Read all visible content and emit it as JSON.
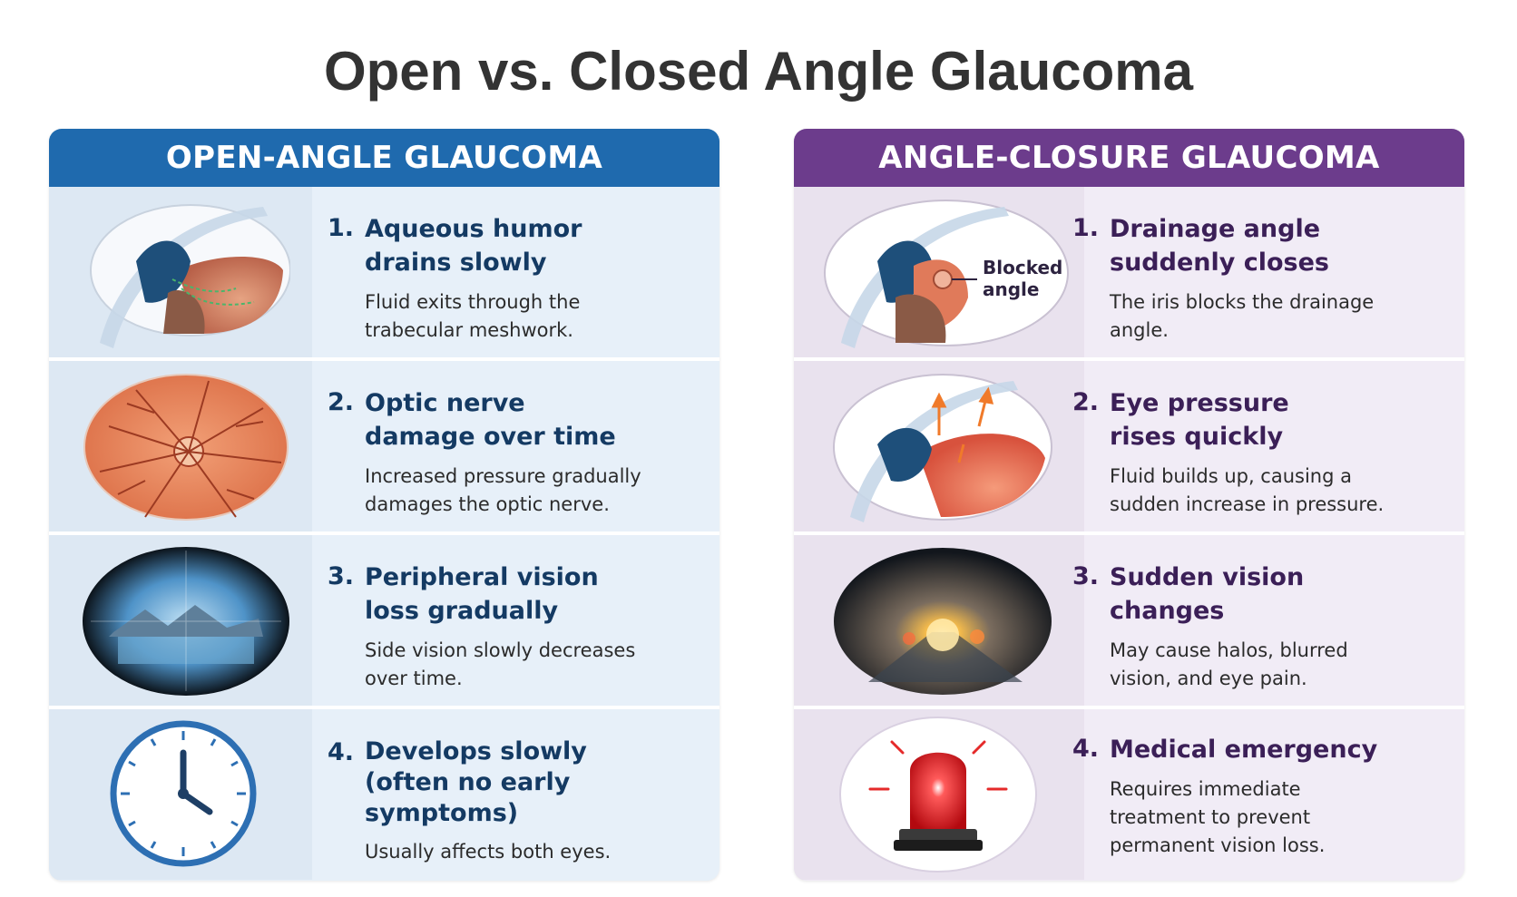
{
  "title": "Open vs. Closed Angle Glaucoma",
  "colors": {
    "open_header": "#1f6aae",
    "closed_header": "#6c3c8c",
    "open_text": "#143a63",
    "closed_text": "#3b1f57"
  },
  "open_angle": {
    "header": "OPEN-ANGLE GLAUCOMA",
    "items": [
      {
        "number": "1.",
        "heading": "Aqueous humor\ndrains slowly",
        "description": "Fluid exits through the\ntrabecular meshwork.",
        "icon": "eye-cross-section-icon"
      },
      {
        "number": "2.",
        "heading": "Optic nerve\ndamage over time",
        "description": "Increased pressure gradually\ndamages the optic nerve.",
        "icon": "optic-nerve-retina-icon"
      },
      {
        "number": "3.",
        "heading": "Peripheral vision\nloss gradually",
        "description": "Side vision slowly decreases\nover time.",
        "icon": "tunnel-vision-landscape-icon"
      },
      {
        "number": "4.",
        "heading": "Develops slowly\n(often no early symptoms)",
        "description": "Usually affects both eyes.",
        "icon": "clock-icon"
      }
    ]
  },
  "angle_closure": {
    "header": "ANGLE-CLOSURE GLAUCOMA",
    "items": [
      {
        "number": "1.",
        "heading": "Drainage angle\nsuddenly closes",
        "description": "The iris blocks the drainage\nangle.",
        "icon": "blocked-angle-eye-icon",
        "callout": "Blocked\nangle"
      },
      {
        "number": "2.",
        "heading": "Eye pressure\nrises quickly",
        "description": "Fluid builds up, causing a\nsudden increase in pressure.",
        "icon": "pressure-rising-eye-icon"
      },
      {
        "number": "3.",
        "heading": "Sudden vision\nchanges",
        "description": "May cause halos, blurred\nvision, and eye pain.",
        "icon": "halos-night-road-icon"
      },
      {
        "number": "4.",
        "heading": "Medical emergency",
        "description": "Requires immediate\ntreatment to prevent\npermanent vision loss.",
        "icon": "emergency-siren-icon"
      }
    ]
  }
}
